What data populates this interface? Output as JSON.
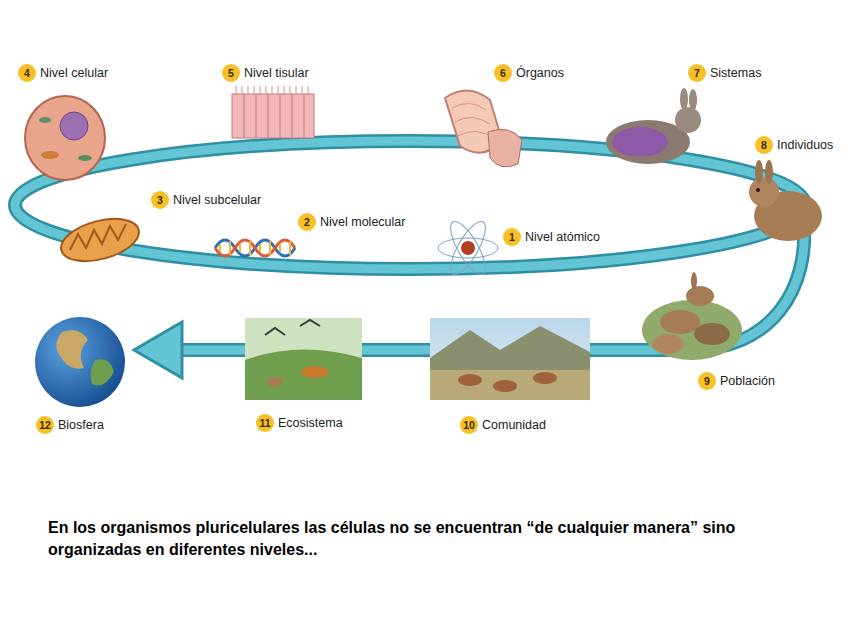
{
  "diagram": {
    "caption": "En los organismos pluricelulares las células no se encuentran “de cualquier manera” sino organizadas en diferentes niveles...",
    "nodes": [
      {
        "text": [
          "1",
          "Nivel atómico"
        ]
      },
      {
        "text": [
          "2",
          "Nivel molecular"
        ]
      },
      {
        "text": [
          "3",
          "Nivel subcelular"
        ]
      },
      {
        "text": [
          "4",
          "Nivel celular"
        ]
      },
      {
        "text": [
          "5",
          "Nivel tisular"
        ]
      },
      {
        "text": [
          "6",
          "Órganos"
        ]
      },
      {
        "text": [
          "7",
          "Sistemas"
        ]
      },
      {
        "text": [
          "8",
          "Individuos"
        ]
      },
      {
        "text": [
          "9",
          "Población"
        ]
      },
      {
        "text": [
          "10",
          "Comunidad"
        ]
      },
      {
        "text": [
          "11",
          "Ecosistema"
        ]
      },
      {
        "text": [
          "12",
          "Biosfera"
        ]
      }
    ]
  }
}
